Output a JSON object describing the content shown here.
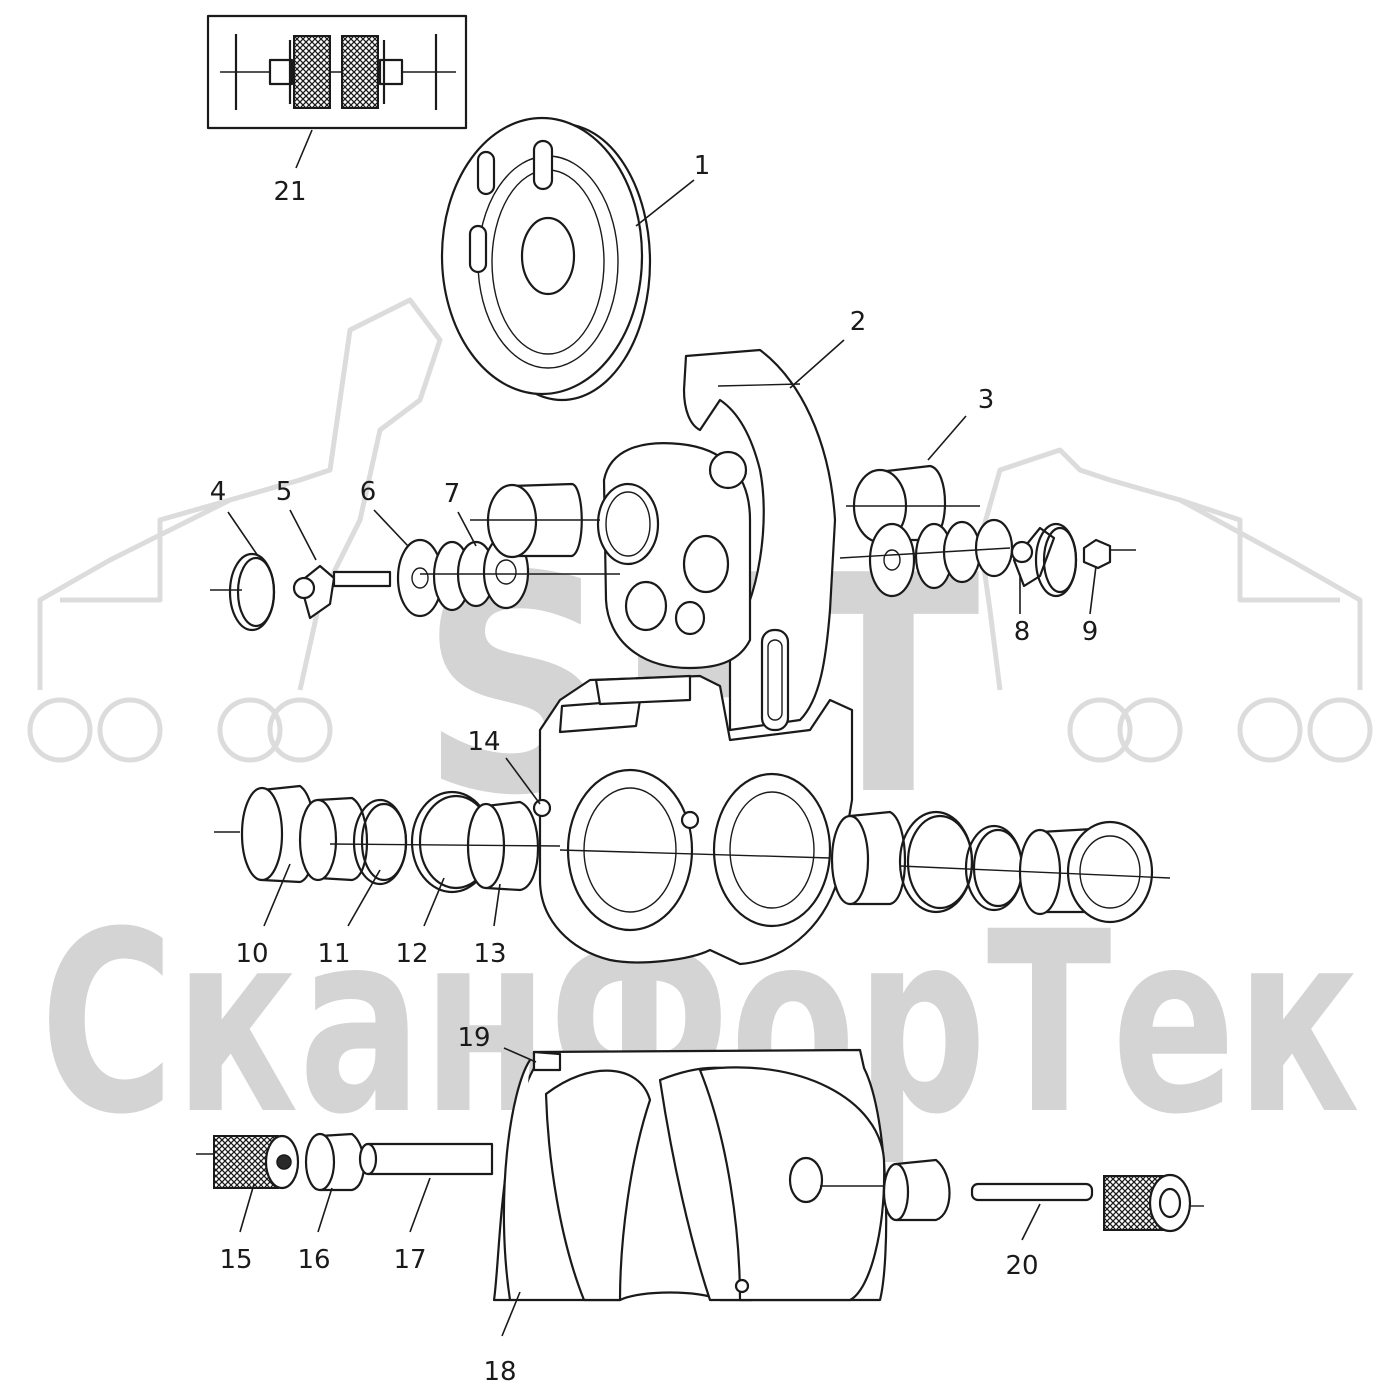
{
  "watermark": {
    "logo_text": "SET",
    "company": "СканФорТек"
  },
  "callouts": [
    "1",
    "2",
    "3",
    "4",
    "5",
    "6",
    "7",
    "8",
    "9",
    "10",
    "11",
    "12",
    "13",
    "14",
    "15",
    "16",
    "17",
    "18",
    "19",
    "20",
    "21"
  ],
  "colors": {
    "line": "#1a1a1a",
    "watermark": "#d4d4d4",
    "background": "#ffffff"
  }
}
